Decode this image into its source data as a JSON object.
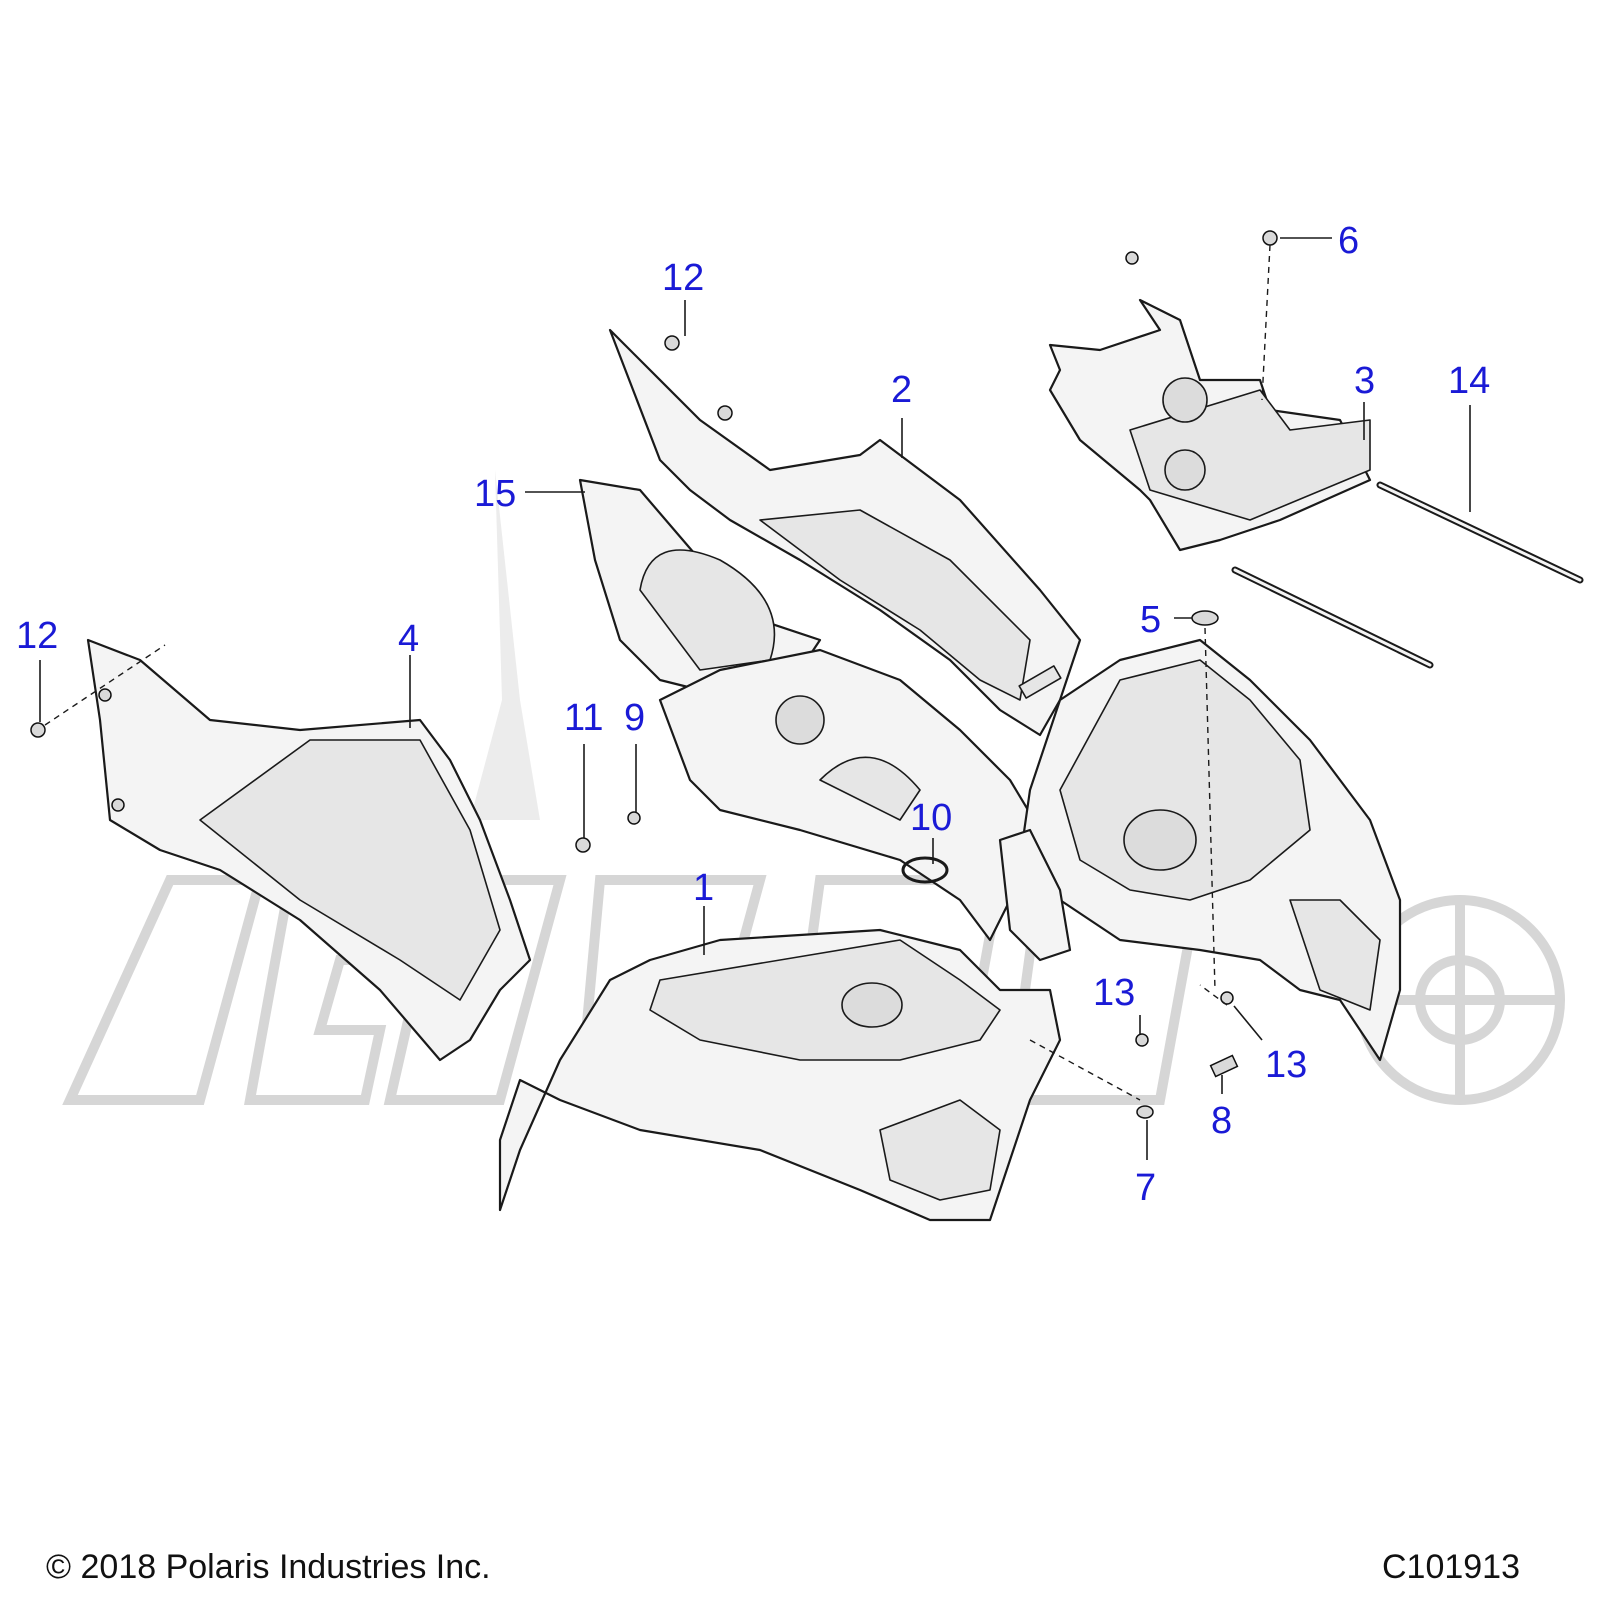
{
  "callouts": [
    {
      "id": "c1",
      "label": "1"
    },
    {
      "id": "c2",
      "label": "2"
    },
    {
      "id": "c3",
      "label": "3"
    },
    {
      "id": "c4",
      "label": "4"
    },
    {
      "id": "c5",
      "label": "5"
    },
    {
      "id": "c6",
      "label": "6"
    },
    {
      "id": "c7",
      "label": "7"
    },
    {
      "id": "c8",
      "label": "8"
    },
    {
      "id": "c9",
      "label": "9"
    },
    {
      "id": "c10",
      "label": "10"
    },
    {
      "id": "c11",
      "label": "11"
    },
    {
      "id": "c12a",
      "label": "12"
    },
    {
      "id": "c12b",
      "label": "12"
    },
    {
      "id": "c13a",
      "label": "13"
    },
    {
      "id": "c13b",
      "label": "13"
    },
    {
      "id": "c14",
      "label": "14"
    },
    {
      "id": "c15",
      "label": "15"
    }
  ],
  "footer": {
    "copyright": "© 2018 Polaris Industries Inc.",
    "drawing_id": "C101913"
  },
  "colors": {
    "callout": "#1a1ad6",
    "line": "#1a1a1a",
    "watermark": "#d6d6d6"
  }
}
